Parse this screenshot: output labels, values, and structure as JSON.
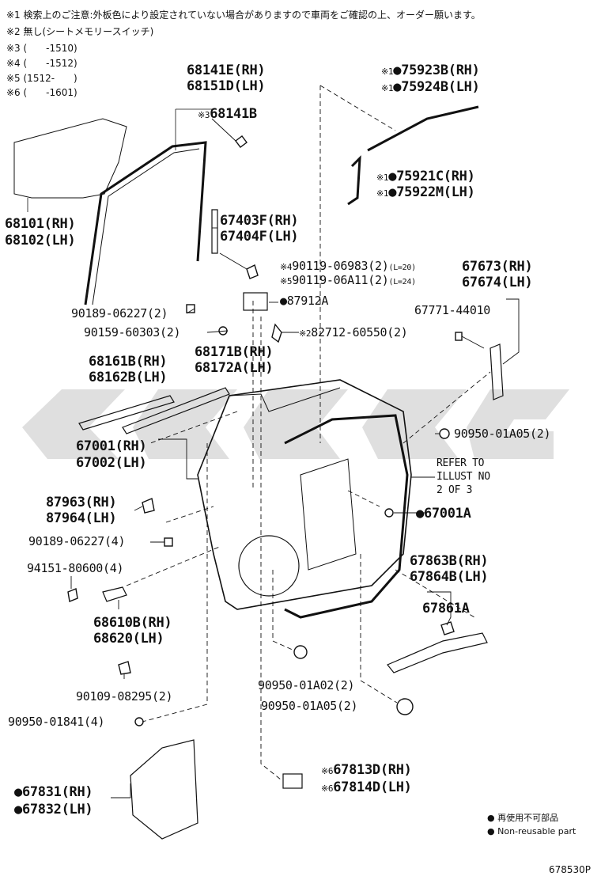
{
  "notes": [
    "※1 検索上のご注意:外板色により設定されていない場合がありますので車両をご確認の上、オーダー願います。",
    "※2 無し(シートメモリースイッチ)",
    "※3 (　　-1510)",
    "※4 (　　-1512)",
    "※5 (1512-　　)",
    "※6 (　　-1601)"
  ],
  "labels": {
    "p68141E": "68141E(RH)",
    "p68151D": "68151D(LH)",
    "p68141B": "68141B",
    "p75923B": "75923B(RH)",
    "p75924B": "75924B(LH)",
    "p75921C": "75921C(RH)",
    "p75922M": "75922M(LH)",
    "p68101": "68101(RH)",
    "p68102": "68102(LH)",
    "p67403F": "67403F(RH)",
    "p67404F": "67404F(LH)",
    "p90119a": "90119-06983(2)",
    "p90119a_s": "(L=20)",
    "p90119b": "90119-06A11(2)",
    "p90119b_s": "(L=24)",
    "p67673": "67673(RH)",
    "p67674": "67674(LH)",
    "p67771": "67771-44010",
    "p87912A": "87912A",
    "p90189a": "90189-06227(2)",
    "p90159": "90159-60303(2)",
    "p82712": "82712-60550(2)",
    "p68161B": "68161B(RH)",
    "p68162B": "68162B(LH)",
    "p68171B": "68171B(RH)",
    "p68172A": "68172A(LH)",
    "p67001": "67001(RH)",
    "p67002": "67002(LH)",
    "p90950a": "90950-01A05(2)",
    "refer1": "REFER TO",
    "refer2": "ILLUST NO",
    "refer3": "2 OF 3",
    "p87963": "87963(RH)",
    "p87964": "87964(LH)",
    "p67001A": "67001A",
    "p90189b": "90189-06227(4)",
    "p94151": "94151-80600(4)",
    "p67863B": "67863B(RH)",
    "p67864B": "67864B(LH)",
    "p67861A": "67861A",
    "p68610B": "68610B(RH)",
    "p68620": "68620(LH)",
    "p90950b": "90950-01A02(2)",
    "p90109": "90109-08295(2)",
    "p90950c": "90950-01A05(2)",
    "p90950d": "90950-01841(4)",
    "p67813D": "67813D(RH)",
    "p67814D": "67814D(LH)",
    "p67831": "67831(RH)",
    "p67832": "67832(LH)"
  },
  "marks": {
    "m1": "※1",
    "m2": "※2",
    "m3": "※3",
    "m4": "※4",
    "m5": "※5",
    "m6": "※6",
    "dot": "●"
  },
  "legend": {
    "jp": "再使用不可部品",
    "en": "Non-reusable part"
  },
  "diagram_code": "678530P",
  "watermark_color": "#d9d9d9"
}
